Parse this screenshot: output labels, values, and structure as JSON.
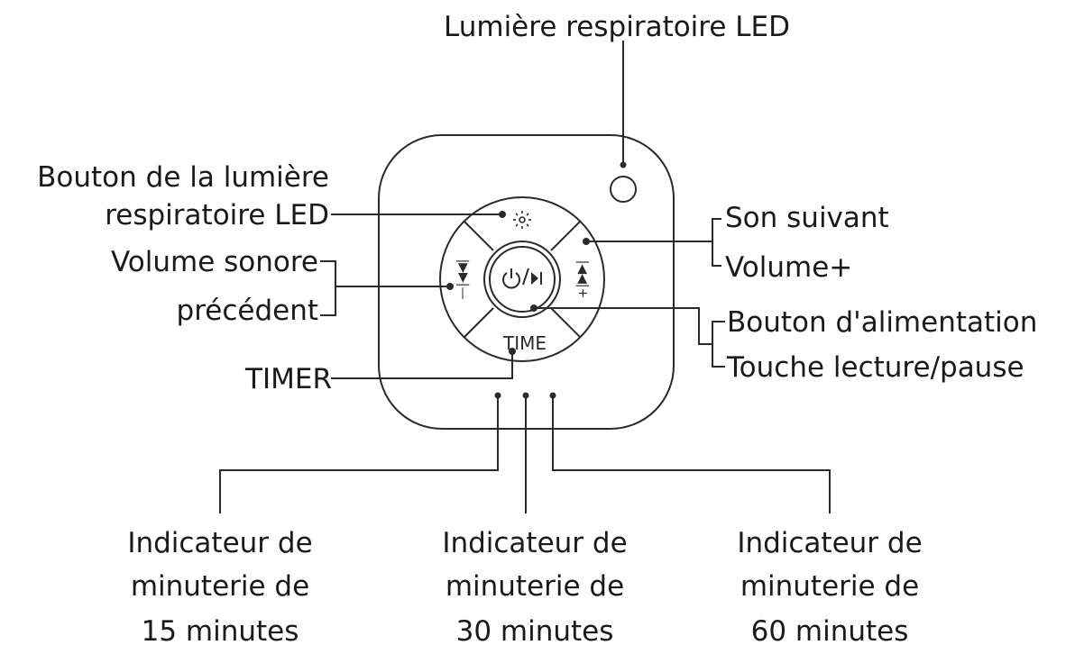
{
  "labels": {
    "led_light": "Lumière respiratoire LED",
    "led_button_line1": "Bouton de la lumière",
    "led_button_line2": "respiratoire LED",
    "prev_line1": "Volume sonore",
    "prev_line2": "précédent",
    "timer": "TIMER",
    "next_line1": "Son suivant",
    "next_line2": "Volume+",
    "power_line1": "Bouton d'alimentation",
    "power_line2": "Touche lecture/pause",
    "ind15": [
      "Indicateur de",
      "minuterie de",
      "15 minutes"
    ],
    "ind30": [
      "Indicateur de",
      "minuterie de",
      "30 minutes"
    ],
    "ind60": [
      "Indicateur de",
      "minuterie de",
      "60 minutes"
    ]
  },
  "device": {
    "time_button": "TIME",
    "power_symbol": "⏻/▶❙"
  },
  "icons": [
    "sun-icon",
    "prev-minus-icon",
    "next-plus-icon",
    "power-play-icon"
  ],
  "colors": {
    "stroke": "#2a2a2a",
    "text": "#1a1a1a",
    "background": "#ffffff"
  }
}
